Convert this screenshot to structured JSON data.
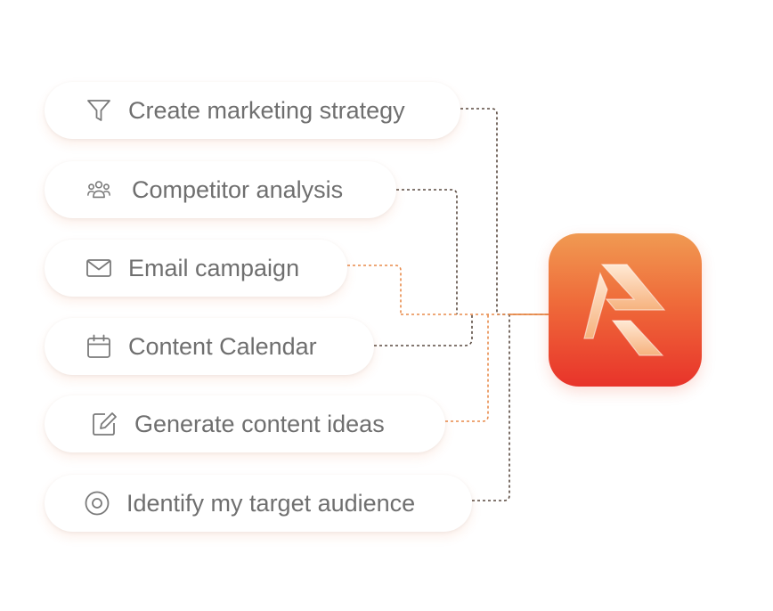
{
  "items": [
    {
      "label": "Create marketing strategy",
      "icon": "funnel-icon"
    },
    {
      "label": "Competitor analysis",
      "icon": "users-icon"
    },
    {
      "label": "Email campaign",
      "icon": "mail-icon"
    },
    {
      "label": "Content Calendar",
      "icon": "calendar-icon"
    },
    {
      "label": "Generate content ideas",
      "icon": "edit-icon"
    },
    {
      "label": "Identify my target audience",
      "icon": "target-icon"
    }
  ],
  "logo": {
    "icon": "app-logo",
    "colors": [
      "#f09a52",
      "#e8332a"
    ]
  },
  "colors": {
    "line_dark": "#5a4a40",
    "line_orange": "#e88a4a",
    "text": "#6f6f6f",
    "icon": "#7a7a7a"
  }
}
